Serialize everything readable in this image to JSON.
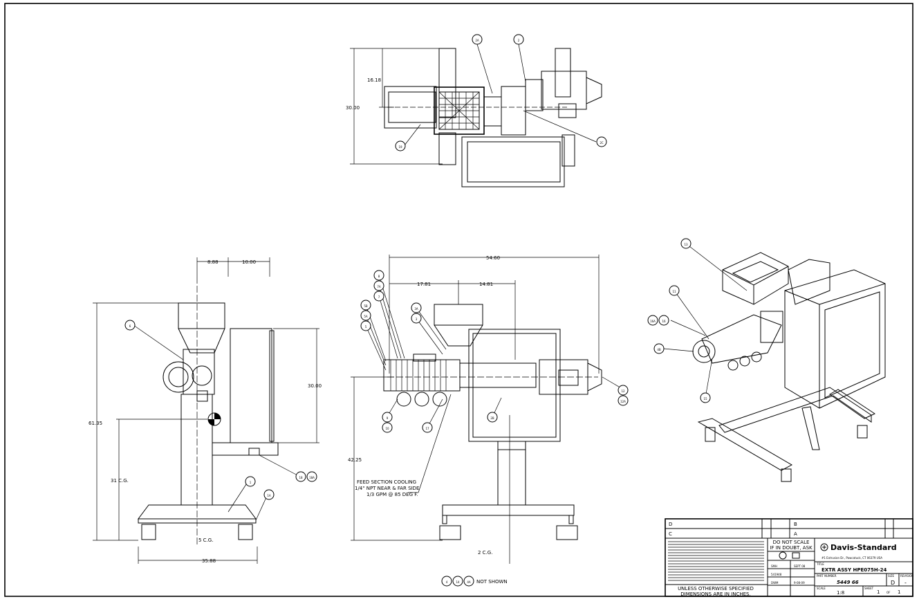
{
  "drawing": {
    "dims_top": {
      "d1": "16.18",
      "d2": "30.00"
    },
    "dims_side": {
      "w1": "8.88",
      "w2": "10.00",
      "h_box": "30.00",
      "h_total": "61.35",
      "cg": "31 C.G.",
      "cg_x": "5 C.G.",
      "base": "35.88"
    },
    "dims_front": {
      "total": "54.60",
      "a": "17.81",
      "b": "14.81",
      "h": "42.25",
      "cg": "2 C.G."
    },
    "balloons_top": [
      "2A",
      "2",
      "2C",
      "19"
    ],
    "balloons_side": [
      "6",
      "18",
      "18A",
      "1",
      "1A"
    ],
    "balloons_front": [
      "8",
      "7A",
      "7",
      "5B",
      "5A",
      "5",
      "3A",
      "3",
      "9",
      "10",
      "17",
      "2B",
      "12",
      "12A"
    ],
    "balloons_iso": [
      "13",
      "11",
      "16A",
      "16",
      "4B",
      "15"
    ],
    "balloons_notshown": [
      "4",
      "14",
      "4A"
    ],
    "not_shown_label": "NOT SHOWN",
    "note_cooling": [
      "FEED SECTION COOLING",
      "1/4\" NPT NEAR & FAR SIDE",
      "1/3 GPM @ 85 DEG F."
    ]
  },
  "title_block": {
    "rev_letters": [
      "D",
      "C",
      "B",
      "A"
    ],
    "do_not_scale": [
      "DO NOT SCALE",
      "IF IN DOUBT, ASK"
    ],
    "company": "Davis-Standard",
    "address": "#1 Extrusion Dr., Pawcatuck, CT 06379 USA",
    "title": "EXTR ASSY HPE075H-24",
    "part_number": "5449 66",
    "size": "D",
    "revision": "-",
    "scale": "1:8",
    "sheet": "1",
    "of": "1",
    "drawn_by": "SMH",
    "drawn_date": "SEPT 08",
    "checked": "DWM",
    "date2": "9-08-09",
    "project": "541948",
    "unless": [
      "UNLESS OTHERWISE SPECIFIED",
      "DIMENSIONS ARE IN INCHES."
    ],
    "field_labels": {
      "title": "TITLE",
      "part_number": "PART NUMBER",
      "scale": "SCALE",
      "sheet": "SHEET",
      "size": "SIZE",
      "rev": "REVISION"
    }
  }
}
